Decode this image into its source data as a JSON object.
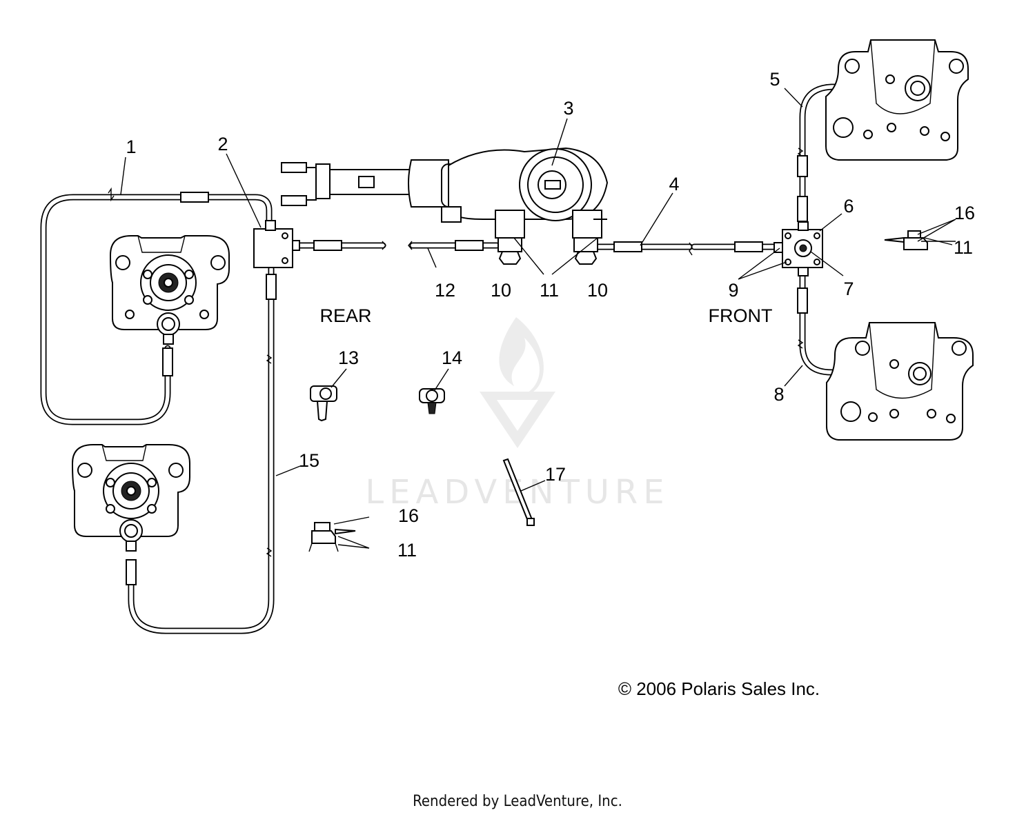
{
  "diagram": {
    "callouts": [
      {
        "id": "c1",
        "text": "1"
      },
      {
        "id": "c2",
        "text": "2"
      },
      {
        "id": "c3",
        "text": "3"
      },
      {
        "id": "c4",
        "text": "4"
      },
      {
        "id": "c5",
        "text": "5"
      },
      {
        "id": "c6",
        "text": "6"
      },
      {
        "id": "c7",
        "text": "7"
      },
      {
        "id": "c8",
        "text": "8"
      },
      {
        "id": "c9",
        "text": "9"
      },
      {
        "id": "c10a",
        "text": "10"
      },
      {
        "id": "c10b",
        "text": "10"
      },
      {
        "id": "c11a",
        "text": "11"
      },
      {
        "id": "c11b",
        "text": "11"
      },
      {
        "id": "c11c",
        "text": "11"
      },
      {
        "id": "c12",
        "text": "12"
      },
      {
        "id": "c13",
        "text": "13"
      },
      {
        "id": "c14",
        "text": "14"
      },
      {
        "id": "c15",
        "text": "15"
      },
      {
        "id": "c16a",
        "text": "16"
      },
      {
        "id": "c16b",
        "text": "16"
      },
      {
        "id": "c17",
        "text": "17"
      }
    ],
    "labels": {
      "rear": "REAR",
      "front": "FRONT"
    },
    "copyright": "© 2006 Polaris Sales Inc.",
    "watermark": "LEADVENTURE"
  },
  "footer": {
    "text": "Rendered by LeadVenture, Inc."
  }
}
